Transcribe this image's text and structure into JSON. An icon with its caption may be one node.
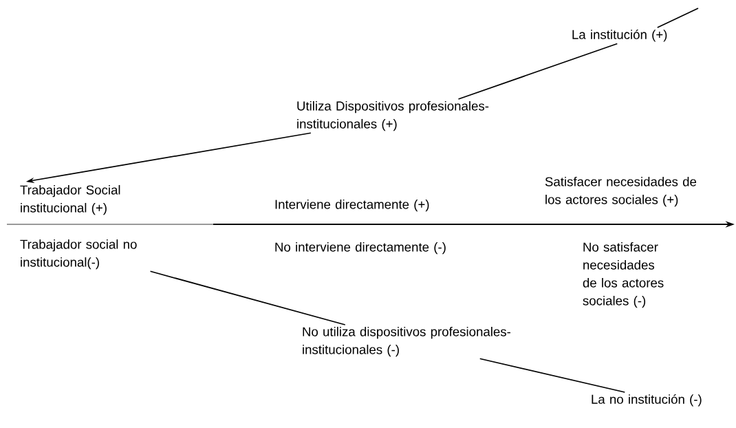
{
  "diagram": {
    "nodes": [
      {
        "text": [
          "La institución (+)"
        ]
      },
      {
        "text": [
          "Utiliza Dispositivos profesionales- institucionales (+)"
        ]
      },
      {
        "text": [
          "Trabajador Social institucional (+)"
        ]
      },
      {
        "text": [
          "Trabajador social no institucional(-)"
        ]
      },
      {
        "text": [
          "No utiliza dispositivos profesionales-institucionales (-)"
        ]
      },
      {
        "text": [
          "La no institución (-)"
        ]
      }
    ],
    "edges": [
      {
        "from": null,
        "to": 0,
        "arrow": "none"
      },
      {
        "from": 0,
        "to": 1,
        "arrow": "none"
      },
      {
        "from": 1,
        "to": 2,
        "arrow": "to"
      },
      {
        "from": 3,
        "to": 4,
        "arrow": "none"
      },
      {
        "from": 4,
        "to": 5,
        "arrow": "none"
      }
    ],
    "labels": [
      "Satisfacer necesidades de los actores sociales (+)",
      "Interviene directamente (+)",
      "No interviene directamente (-)",
      "No satisfacer necesidades de los actores sociales (-)"
    ]
  }
}
